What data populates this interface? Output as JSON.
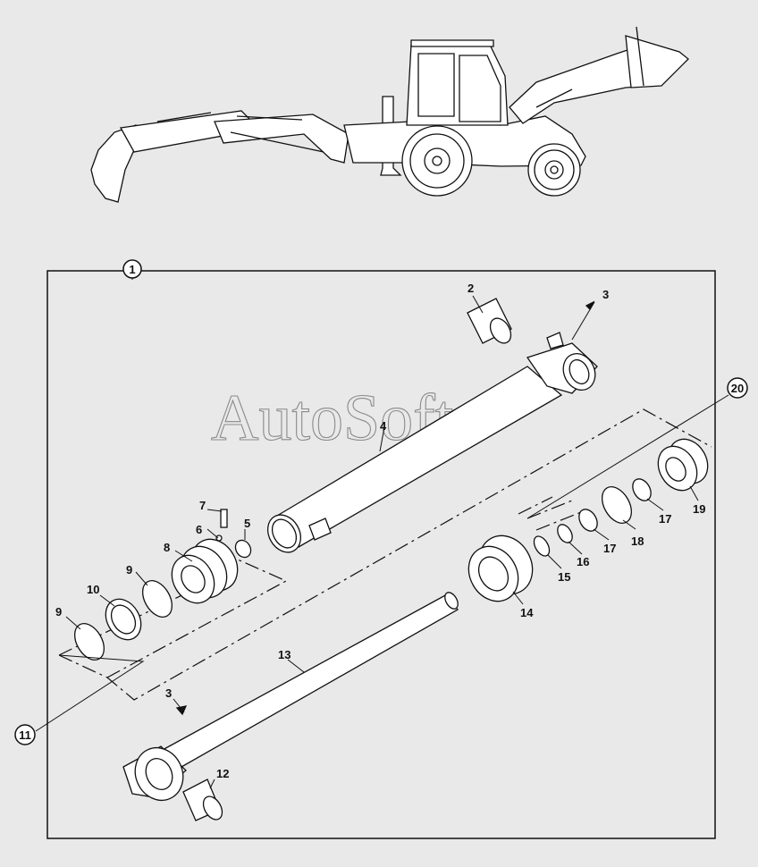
{
  "watermark": "AutoSoft",
  "assembly_callouts": [
    {
      "id": "frame",
      "label": "1"
    },
    {
      "id": "rod-group",
      "label": "11"
    },
    {
      "id": "seal-kit",
      "label": "20"
    }
  ],
  "part_labels": [
    {
      "id": "p2",
      "label": "2"
    },
    {
      "id": "p3a",
      "label": "3"
    },
    {
      "id": "p3b",
      "label": "3"
    },
    {
      "id": "p4",
      "label": "4"
    },
    {
      "id": "p5",
      "label": "5"
    },
    {
      "id": "p6",
      "label": "6"
    },
    {
      "id": "p7",
      "label": "7"
    },
    {
      "id": "p8",
      "label": "8"
    },
    {
      "id": "p9a",
      "label": "9"
    },
    {
      "id": "p9b",
      "label": "9"
    },
    {
      "id": "p10",
      "label": "10"
    },
    {
      "id": "p12",
      "label": "12"
    },
    {
      "id": "p13",
      "label": "13"
    },
    {
      "id": "p14",
      "label": "14"
    },
    {
      "id": "p15",
      "label": "15"
    },
    {
      "id": "p16",
      "label": "16"
    },
    {
      "id": "p17a",
      "label": "17"
    },
    {
      "id": "p17b",
      "label": "17"
    },
    {
      "id": "p18",
      "label": "18"
    },
    {
      "id": "p19",
      "label": "19"
    }
  ]
}
